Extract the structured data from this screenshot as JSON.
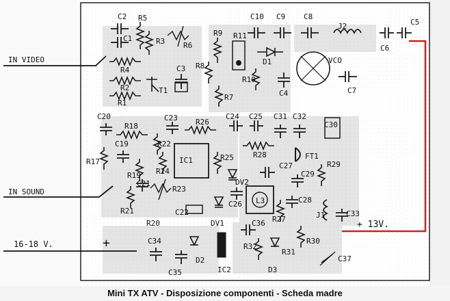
{
  "caption": "Mini TX ATV - Disposizione componenti - Scheda madre",
  "inputs": {
    "video": "IN VIDEO",
    "sound": "IN SOUND",
    "power": "16-18 V.",
    "plus": "+",
    "supply": "+ 13V."
  },
  "resistors": {
    "r1": "R1",
    "r2": "R2",
    "r3": "R3",
    "r4": "R4",
    "r5": "R5",
    "r6": "R6",
    "r7": "R7",
    "r8": "R8",
    "r9": "R9",
    "r10": "R10",
    "r11": "R11",
    "r17": "R17",
    "r18": "R18",
    "r19": "R19",
    "r20": "R20",
    "r21": "R21",
    "r22": "R22",
    "r23": "R23",
    "r25": "R25",
    "r26": "R26",
    "r27": "R27",
    "r28": "R28",
    "r29": "R29",
    "r30": "R30",
    "r31": "R31",
    "r32": "R32"
  },
  "capacitors": {
    "c1": "C1",
    "c2": "C2",
    "c3": "C3",
    "c4": "C4",
    "c5": "C5",
    "c6": "C6",
    "c7": "C7",
    "c8": "C8",
    "c9": "C9",
    "c10": "C10",
    "c19": "C19",
    "c20": "C20",
    "c21": "C21",
    "c22": "C22",
    "c23": "C23",
    "c24": "C24",
    "c25": "C25",
    "c26": "C26",
    "c27": "C27",
    "c28": "C28",
    "c29": "C29",
    "c30": "C30",
    "c31": "C31",
    "c32": "C32",
    "c33": "C33",
    "c34": "C34",
    "c35": "C35",
    "c36": "C36",
    "c37": "C37"
  },
  "semis": {
    "t1": "T1",
    "d1": "D1",
    "d2": "D2",
    "d3": "D3",
    "dv1": "DV1",
    "dv2": "DV2",
    "ic1": "IC1",
    "ic2": "IC2",
    "ft1": "FT1",
    "vco": "VCO",
    "j1": "J1",
    "j2": "J2",
    "l3": "L3"
  },
  "colors": {
    "ink": "#1a1a1a",
    "trace": "#bdbdbd",
    "red": "#cc2020"
  }
}
